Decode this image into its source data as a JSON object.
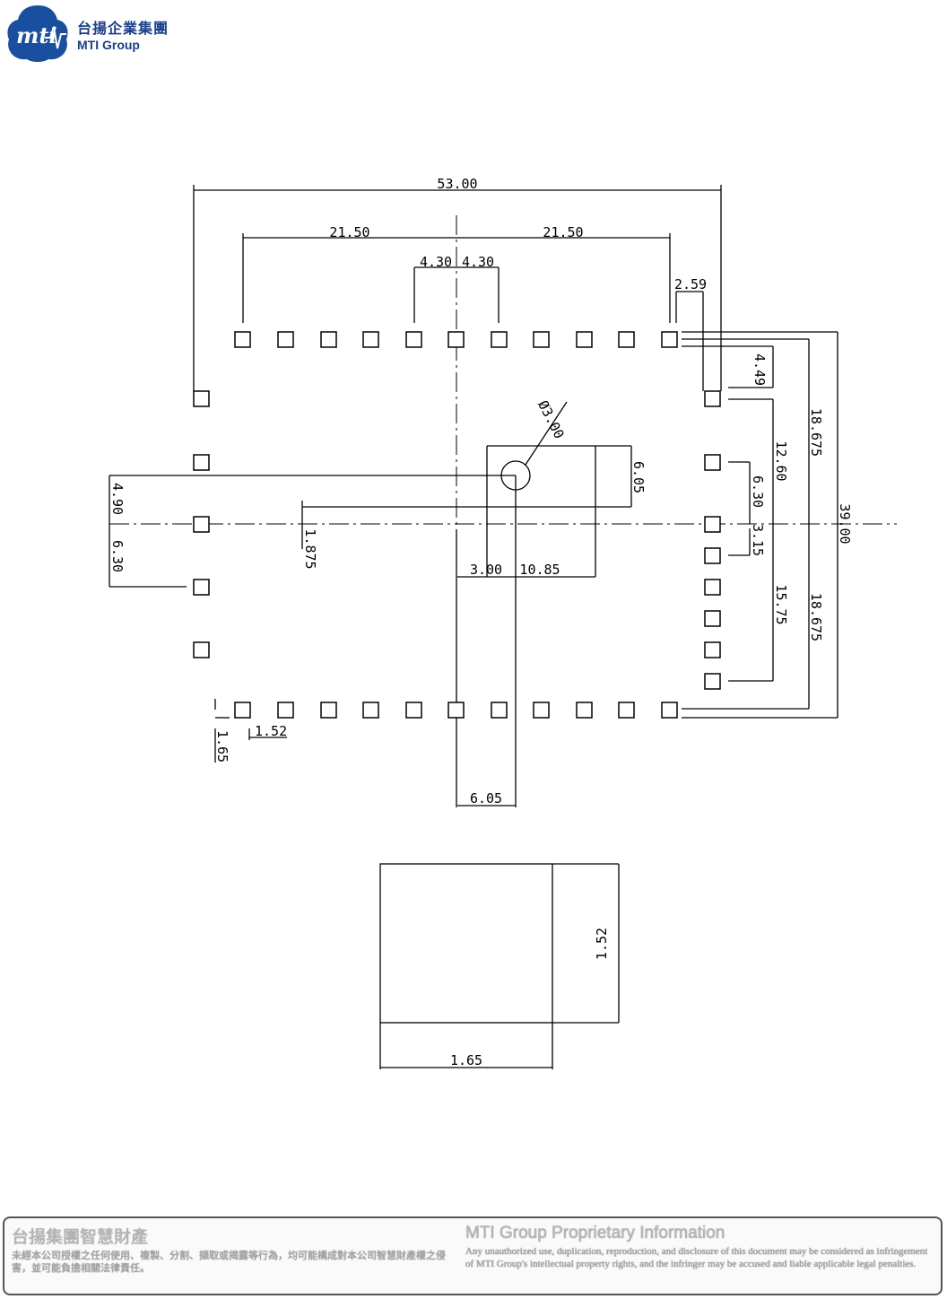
{
  "header": {
    "logo_text": "mti",
    "company_name_cn": "台揚企業集團",
    "company_name_en": "MTI Group"
  },
  "drawing": {
    "dimensions": {
      "overall_width": "53.00",
      "left_half": "21.50",
      "right_half": "21.50",
      "pad_pitch_left": "4.30",
      "pad_pitch_right": "4.30",
      "corner_offset": "2.59",
      "top_side_offset": "4.49",
      "side_span_upper": "12.60",
      "half_height_upper": "18.675",
      "total_height": "39.00",
      "hole_diameter": "Ø3.00",
      "rect_height": "6.05",
      "left_upper_offset": "4.90",
      "left_lower_offset": "6.30",
      "center_offset": "1.875",
      "right_mid": "6.30",
      "right_small": "3.15",
      "rect_left": "3.00",
      "rect_width": "10.85",
      "side_span_lower": "15.75",
      "half_height_lower": "18.675",
      "pad_width": "1.52",
      "pad_height": "1.65",
      "stem_width": "6.05"
    },
    "detail": {
      "height_label": "1.52",
      "width_label": "1.65"
    }
  },
  "footer": {
    "cn_title": "台揚集團智慧財產",
    "cn_body": "未經本公司授權之任何使用、複製、分割、擷取或揭露等行為，均可能構成對本公司智慧財產權之侵害，並可能負擔相關法律責任。",
    "en_title": "MTI Group Proprietary Information",
    "en_body": "Any unauthorized use, duplication, reproduction, and disclosure of this document may be considered as infringement of MTI Group's intellectual property rights, and the infringer may be accused and liable applicable legal penalties."
  }
}
